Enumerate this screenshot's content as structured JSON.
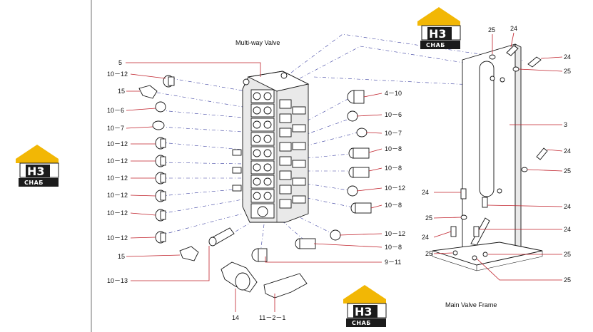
{
  "titles": {
    "multiway": "Multi-way Valve",
    "frame": "Main Valve Frame"
  },
  "logo": {
    "mark": "H3",
    "sub": "СНАБ",
    "colors": {
      "roof": "#f2b705",
      "box": "#1b1b1b",
      "letters": "#ffffff"
    }
  },
  "labels": {
    "l5": "5",
    "l1012a": "10－12",
    "l15a": "15",
    "l106a": "10－6",
    "l107a": "10－7",
    "l1012b": "10－12",
    "l1012c": "10－12",
    "l1012d": "10－12",
    "l1012e": "10－12",
    "l1012f": "10－12",
    "l1012g": "10－12",
    "l15b": "15",
    "l1013": "10－13",
    "l14": "14",
    "l1121": "11－2－1",
    "l911": "9－11",
    "l108d": "10－8",
    "l1012h": "10－12",
    "l108c": "10－8",
    "l1012i": "10－12",
    "l108b": "10－8",
    "l108a": "10－8",
    "l107b": "10－7",
    "l106b": "10－6",
    "l410": "4－10",
    "l25a": "25",
    "l24a": "24",
    "l24b": "24",
    "l25b": "25",
    "l3": "3",
    "l24c": "24",
    "l25c": "25",
    "l24d": "24",
    "l24e": "24",
    "l25d": "25",
    "l24f": "24",
    "l24g": "24",
    "l25e": "25",
    "l25f": "25",
    "l25g": "25"
  }
}
